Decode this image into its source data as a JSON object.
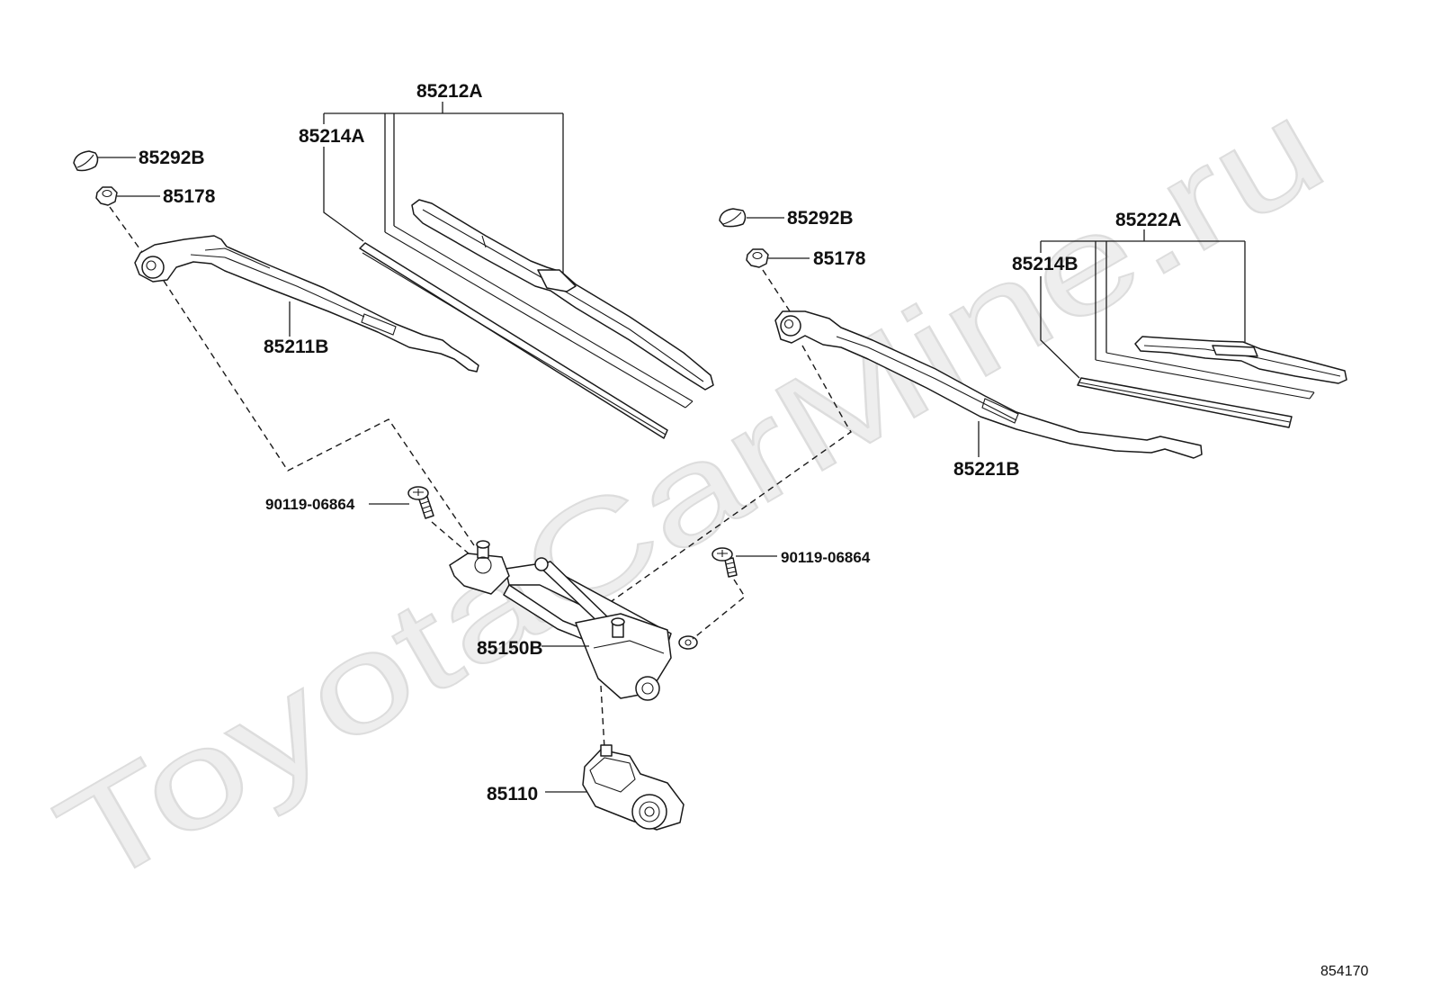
{
  "watermark": "ToyotaCarMine.ru",
  "colors": {
    "line": "#1a1a1a",
    "background": "#ffffff",
    "watermark_fill": "#eeeeee"
  },
  "callouts": {
    "blade_assembly_left": "85212A",
    "blade_rubber_left": "85214A",
    "arm_cap_left": "85292B",
    "arm_nut_left": "85178",
    "arm_left": "85211B",
    "arm_cap_right": "85292B",
    "arm_nut_right": "85178",
    "blade_assembly_right": "85222A",
    "blade_rubber_right": "85214B",
    "arm_right": "85221B",
    "bolt_left": "90119-06864",
    "bolt_right": "90119-06864",
    "link_assembly": "85150B",
    "motor": "85110"
  },
  "illustration_number": "854170"
}
